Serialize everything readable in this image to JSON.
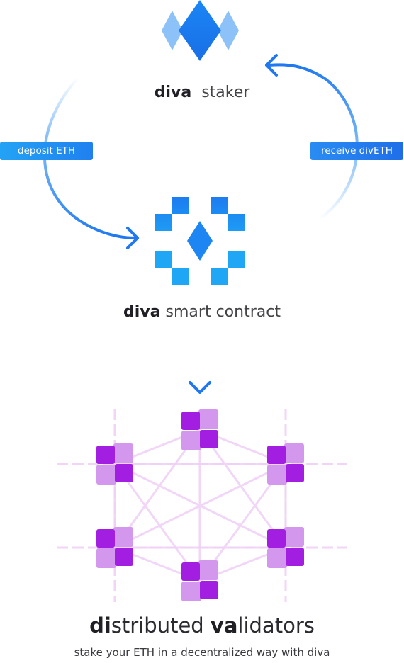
{
  "staker": {
    "brand": "diva",
    "word": "staker"
  },
  "deposit_label": "deposit ETH",
  "receive_label": "receive divETH",
  "contract": {
    "brand": "diva",
    "word": "smart contract"
  },
  "title": {
    "part1_bold": "di",
    "part2": "stributed ",
    "part3_bold": "va",
    "part4": "lidators"
  },
  "subtitle": "stake your ETH in a decentralized way with diva",
  "colors": {
    "blue_primary": "#1f7ff0",
    "blue_light": "#7fb6f7",
    "cyan": "#1fa6f5",
    "purple_dark": "#a21ee0",
    "purple_light": "#d497ee",
    "grid_line": "#f3d9f7",
    "network_line": "#efd2f6"
  },
  "validator_count": 6
}
